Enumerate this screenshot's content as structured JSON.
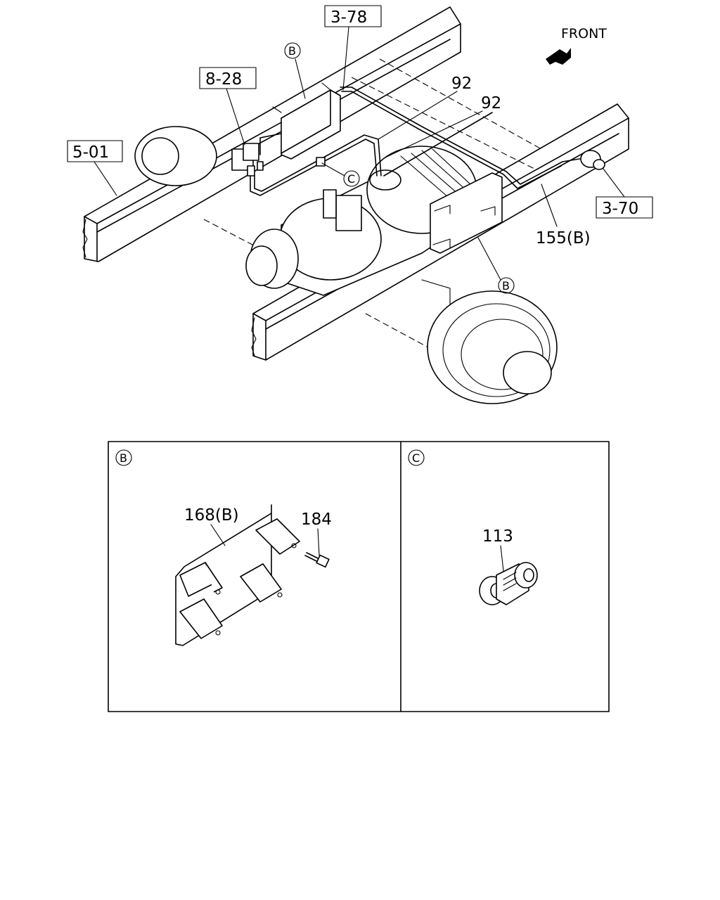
{
  "direction": {
    "label": "FRONT"
  },
  "refs": {
    "r_3_78": "3-78",
    "r_8_28": "8-28",
    "r_5_01": "5-01",
    "r_3_70": "3-70"
  },
  "callouts": {
    "c92a": "92",
    "c92b": "92",
    "c155b": "155(B)",
    "c168b": "168(B)",
    "c184": "184",
    "c113": "113"
  },
  "markers": {
    "b_main_top": "B",
    "b_main_bottom": "B",
    "c_main": "C",
    "b_panel": "B",
    "c_panel": "C"
  }
}
